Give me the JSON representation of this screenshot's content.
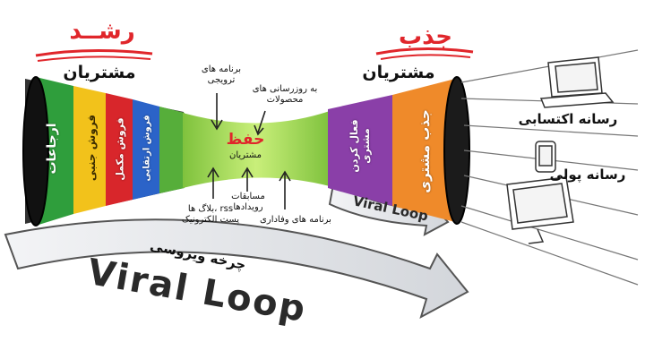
{
  "left": {
    "title": "رشــد",
    "subtitle": "مشتریان",
    "segments": [
      {
        "label": "ارجاعات",
        "color": "#2f9e3c"
      },
      {
        "label": "فروش جنبی",
        "color": "#f2c21b"
      },
      {
        "label": "فروش مکمل",
        "color": "#d8262b"
      },
      {
        "label": "فروش ارتقایی",
        "color": "#2b63c8"
      }
    ]
  },
  "center": {
    "title": "حفظ",
    "subtitle": "مشتریان",
    "top_labels": [
      "برنامه های\nترویجی",
      "به روزرسانی های\nمحصولات"
    ],
    "bottom_labels": [
      "rss ،بلاگ ها\nپست الکترونیک",
      "مسابقات\nرویدادها",
      "برنامه های وفاداری"
    ]
  },
  "right": {
    "title": "جذب",
    "subtitle": "مشتریان",
    "segments": [
      {
        "label": "فعال کردن\nمشتری",
        "color": "#8a3fa8"
      },
      {
        "label": "جذب مشتری",
        "color": "#ef8a2a"
      }
    ]
  },
  "media": {
    "earned": "رسانه اکتسابی",
    "paid": "رسانه پولی"
  },
  "loop": {
    "caption": "چرخه ویروسی",
    "big_text": "Viral Loop",
    "small_text": "Viral Loop"
  },
  "colors": {
    "accent_red": "#e0262b",
    "green_neck": "#9ad34c",
    "arrow_fill": "#e4e6ea"
  }
}
